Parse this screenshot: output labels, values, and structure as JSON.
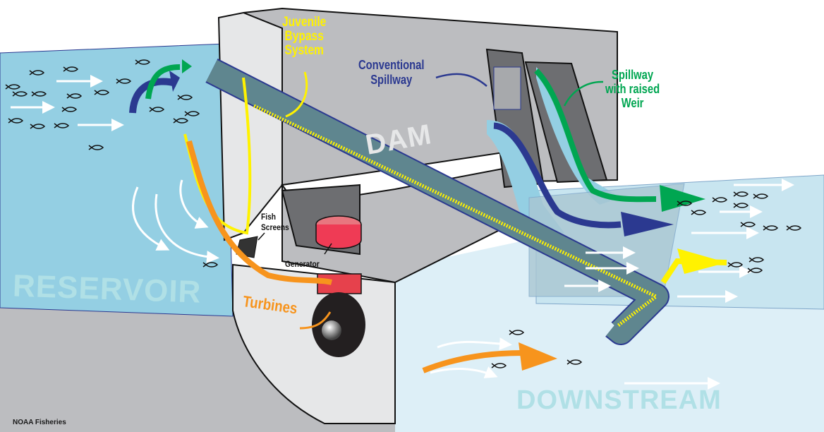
{
  "diagram": {
    "title": "Fish passage routes through a hydroelectric dam",
    "credit": "NOAA Fisheries",
    "labels": {
      "juvenile_bypass": [
        "Juvenile",
        "Bypass",
        "System"
      ],
      "conventional_spillway": [
        "Conventional",
        "Spillway"
      ],
      "raised_weir_spillway": [
        "Spillway",
        "with raised",
        "Weir"
      ],
      "dam": "DAM",
      "fish_screens": [
        "Fish",
        "Screens"
      ],
      "generator": "Generator",
      "turbines": "Turbines",
      "reservoir": "RESERVOIR",
      "downstream": "DOWNSTREAM"
    },
    "routes": [
      {
        "name": "Juvenile Bypass System",
        "color": "#FFF200"
      },
      {
        "name": "Conventional Spillway",
        "color": "#2B3990"
      },
      {
        "name": "Spillway with raised Weir",
        "color": "#00A651"
      },
      {
        "name": "Turbines",
        "color": "#F7941D"
      }
    ],
    "colors": {
      "reservoir_water": "#94CFE3",
      "downstream_water": "#DDEFF7",
      "dam_concrete": "#BCBDC0",
      "dam_light": "#E6E7E8",
      "generator": "#EF3B55",
      "bypass_pipe": "#5F868F",
      "ground": "#BCBDC0"
    }
  }
}
